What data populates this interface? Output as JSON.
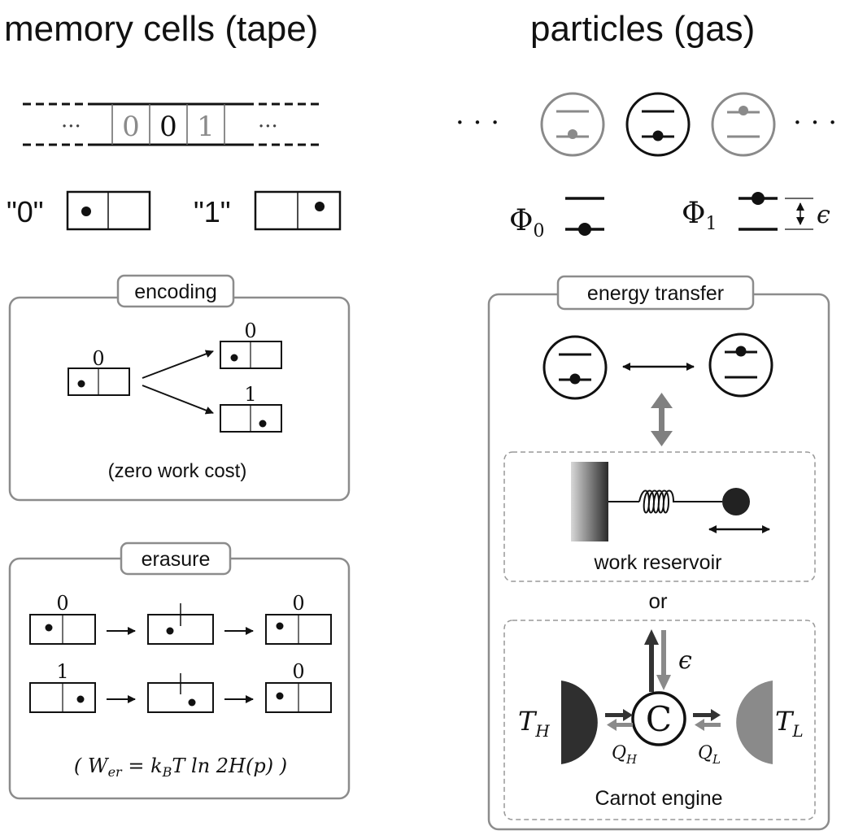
{
  "left": {
    "title": "memory cells (tape)",
    "tape": {
      "digits": [
        "0",
        "0",
        "1"
      ],
      "ellipsis": "···"
    },
    "states": {
      "zero": "\"0\"",
      "one": "\"1\""
    },
    "encoding": {
      "label": "encoding",
      "input_bit": "0",
      "out_top_bit": "0",
      "out_bottom_bit": "1",
      "note": "(zero work cost)"
    },
    "erasure": {
      "label": "erasure",
      "row1_in": "0",
      "row1_out": "0",
      "row2_in": "1",
      "row2_out": "0",
      "formula": "( W",
      "formula_sub": "er",
      "formula_rest": " = k",
      "formula_kb_sub": "B",
      "formula_tail": "T ln 2H(p) )"
    }
  },
  "right": {
    "title": "particles (gas)",
    "dots": "· · ·",
    "phi0": "Φ",
    "phi0_sub": "0",
    "phi1": "Φ",
    "phi1_sub": "1",
    "epsilon": "ϵ",
    "energy_transfer": {
      "label": "energy transfer",
      "work_reservoir": "work reservoir",
      "or": "or",
      "epsilon": "ϵ",
      "engine_letter": "C",
      "th": "T",
      "th_sub": "H",
      "tl": "T",
      "tl_sub": "L",
      "qh": "Q",
      "qh_sub": "H",
      "ql": "Q",
      "ql_sub": "L",
      "carnot": "Carnot engine"
    }
  },
  "colors": {
    "line": "#111111",
    "gray": "#8a8a8a",
    "panel": "#8c8c8c",
    "dark": "#333333"
  }
}
